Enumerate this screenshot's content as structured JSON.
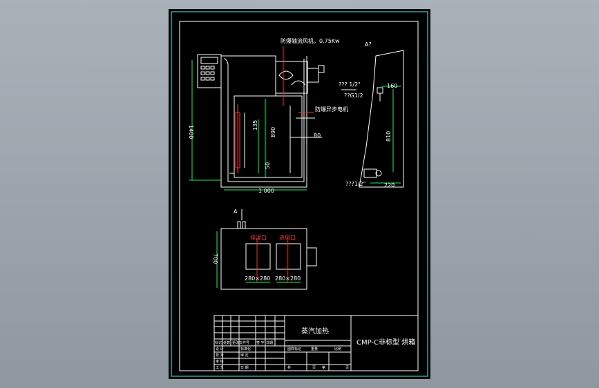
{
  "drawing": {
    "top_view": {
      "fan_label": "防爆轴流风机，0.75Kw",
      "motor_label": "防爆异步电机",
      "dim_total_height": "1400",
      "dim_chamber_height": "890",
      "dim_small": "135",
      "dim_bottom": "50",
      "dim_pipe": "80",
      "dim_width": "1 000"
    },
    "side_view": {
      "title": "A?",
      "pipe_label_top": "??? 1/2\"",
      "pipe_label_mid": "??G1/2",
      "pipe_label_bottom": "???1/2\"",
      "dim_top": "160",
      "dim_height": "810",
      "dim_bottom": "220"
    },
    "plan_view": {
      "arrow_label": "A",
      "inlet_label": "排湿口",
      "outlet_label": "进风口",
      "dim_depth": "700",
      "port_size_left": "280×280",
      "port_size_right": "280×280"
    },
    "title_block": {
      "subtitle": "蒸汽加热",
      "drawing_title": "CMP-C非标型 烘箱",
      "row_labels": [
        "设 计",
        "校 对",
        "审 核",
        "工 艺"
      ],
      "header_cells": [
        "标记",
        "处数",
        "更改文件号",
        "签 字",
        "日期"
      ],
      "cells": [
        "标准化",
        "审 定",
        "日 期",
        "图样标记",
        "重量",
        "比例",
        "共",
        "页",
        "第",
        "页"
      ]
    }
  }
}
